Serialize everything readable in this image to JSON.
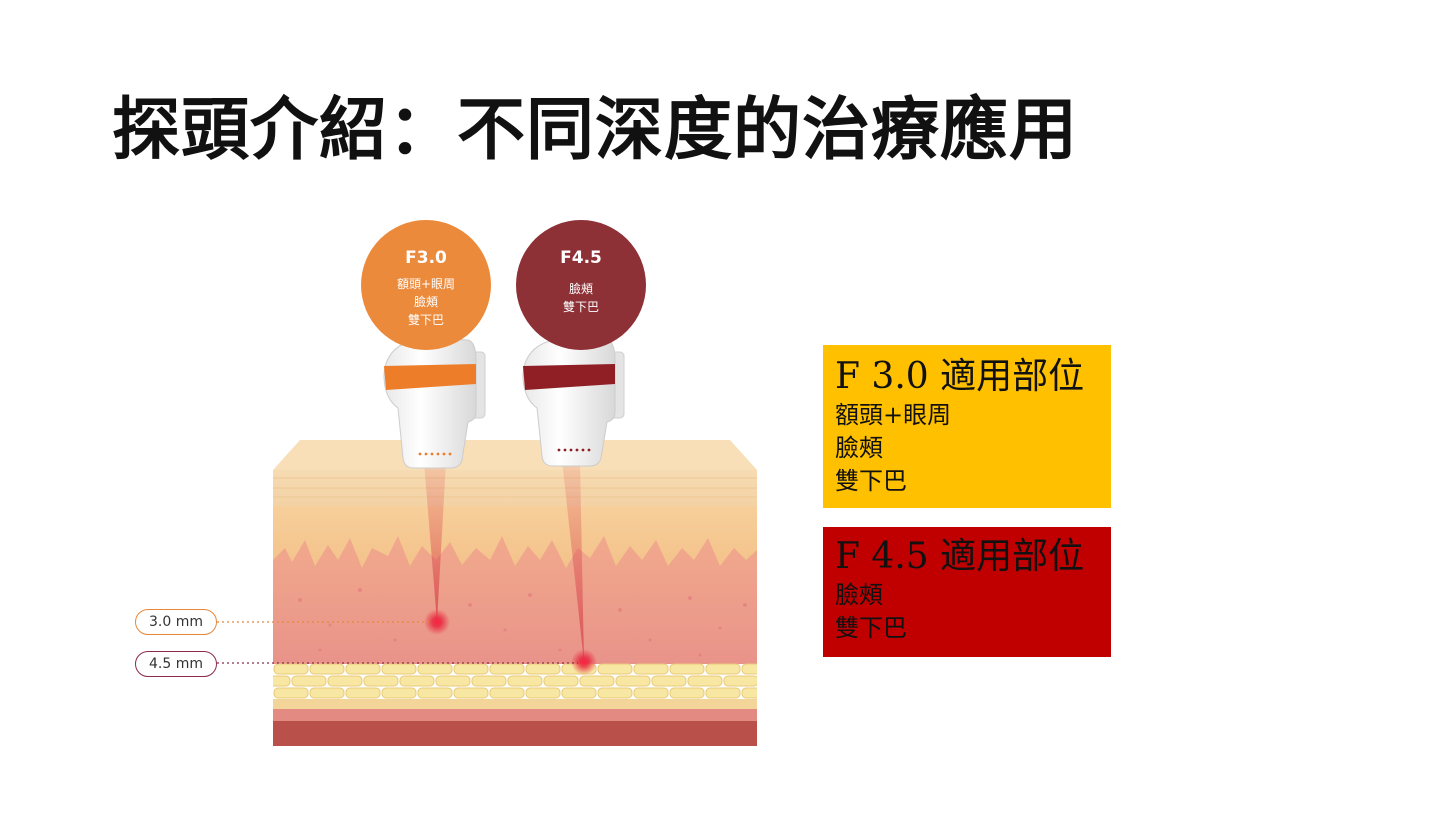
{
  "slide": {
    "title": "探頭介紹：不同深度的治療應用"
  },
  "probes": [
    {
      "badge": "F3.0",
      "areas": [
        "額頭+眼周",
        "臉頰",
        "雙下巴"
      ],
      "color": "#ec8a3c",
      "band_color": "#ee7d2a"
    },
    {
      "badge": "F4.5",
      "areas": [
        "臉頰",
        "雙下巴"
      ],
      "color": "#8e3137",
      "band_color": "#8f1f25"
    }
  ],
  "depth_labels": [
    "3.0 mm",
    "4.5 mm"
  ],
  "info_boxes": [
    {
      "heading": "F 3.0 適用部位",
      "items": [
        "額頭+眼周",
        "臉頰",
        "雙下巴"
      ],
      "background": "#ffc000"
    },
    {
      "heading": "F 4.5 適用部位",
      "items": [
        "臉頰",
        "雙下巴"
      ],
      "background": "#c00000"
    }
  ]
}
